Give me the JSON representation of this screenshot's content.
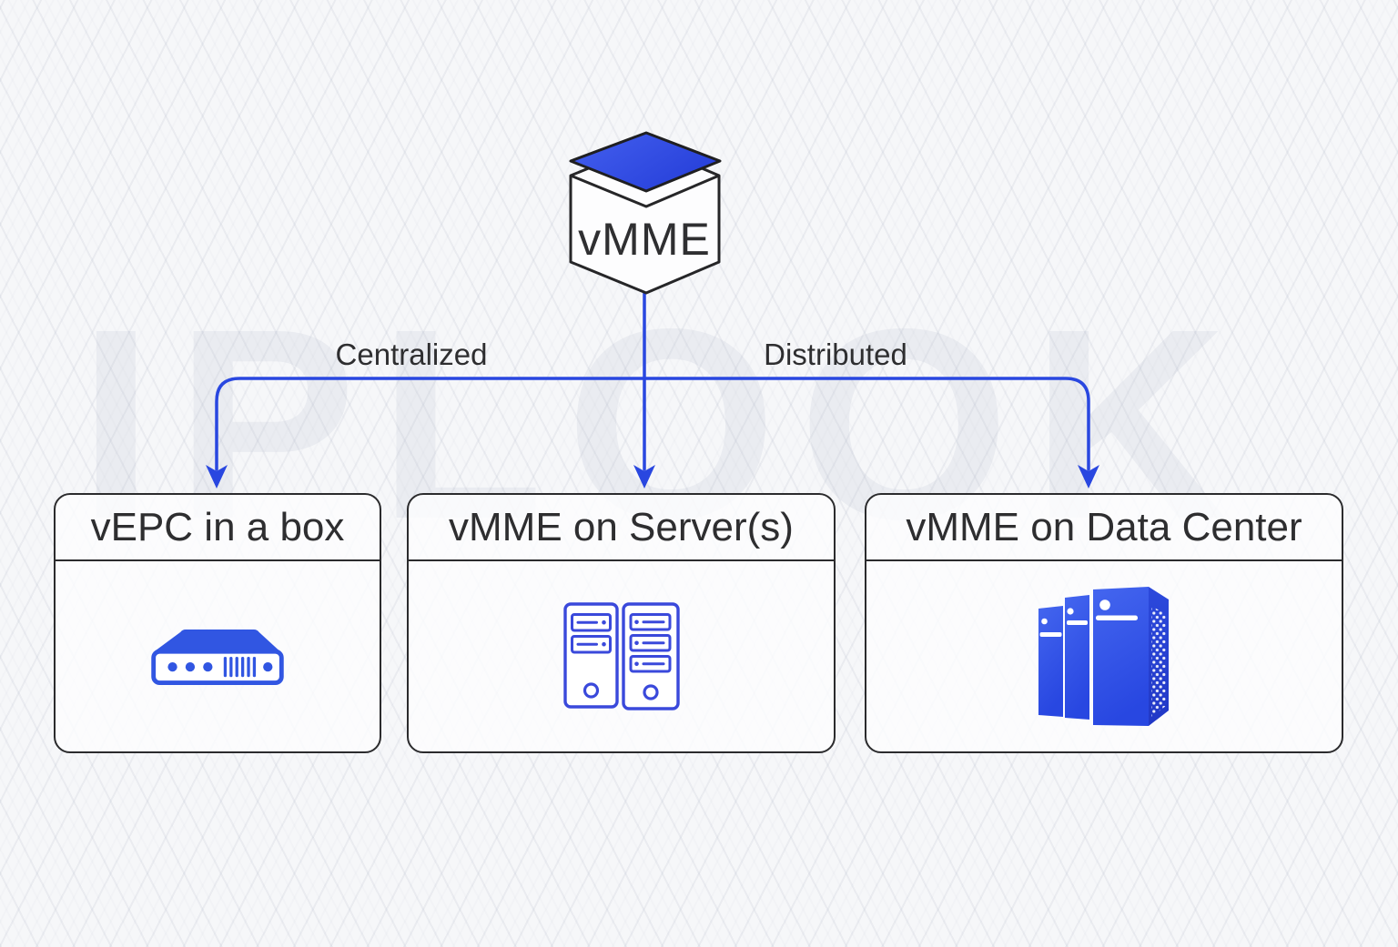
{
  "page": {
    "background_watermark": "IPLOOK"
  },
  "diagram": {
    "root": {
      "label": "vMME"
    },
    "branches": [
      {
        "label": "Centralized"
      },
      {
        "label": "Distributed"
      }
    ],
    "options": [
      {
        "title": "vEPC in a box",
        "icon": "network-appliance-icon"
      },
      {
        "title": "vMME on Server(s)",
        "icon": "server-towers-icon"
      },
      {
        "title": "vMME on Data Center",
        "icon": "data-center-icon"
      }
    ],
    "colors": {
      "accent_blue": "#2947e0",
      "lid_blue": "#3450e6",
      "icon_outline_blue": "#3a49db",
      "icon_fill_blue": "#3156e2",
      "datacenter_blue": "#2d51e7",
      "box_border": "#2b2b2d",
      "title_text": "#2e2e30",
      "background": "#f6f7f9"
    }
  }
}
